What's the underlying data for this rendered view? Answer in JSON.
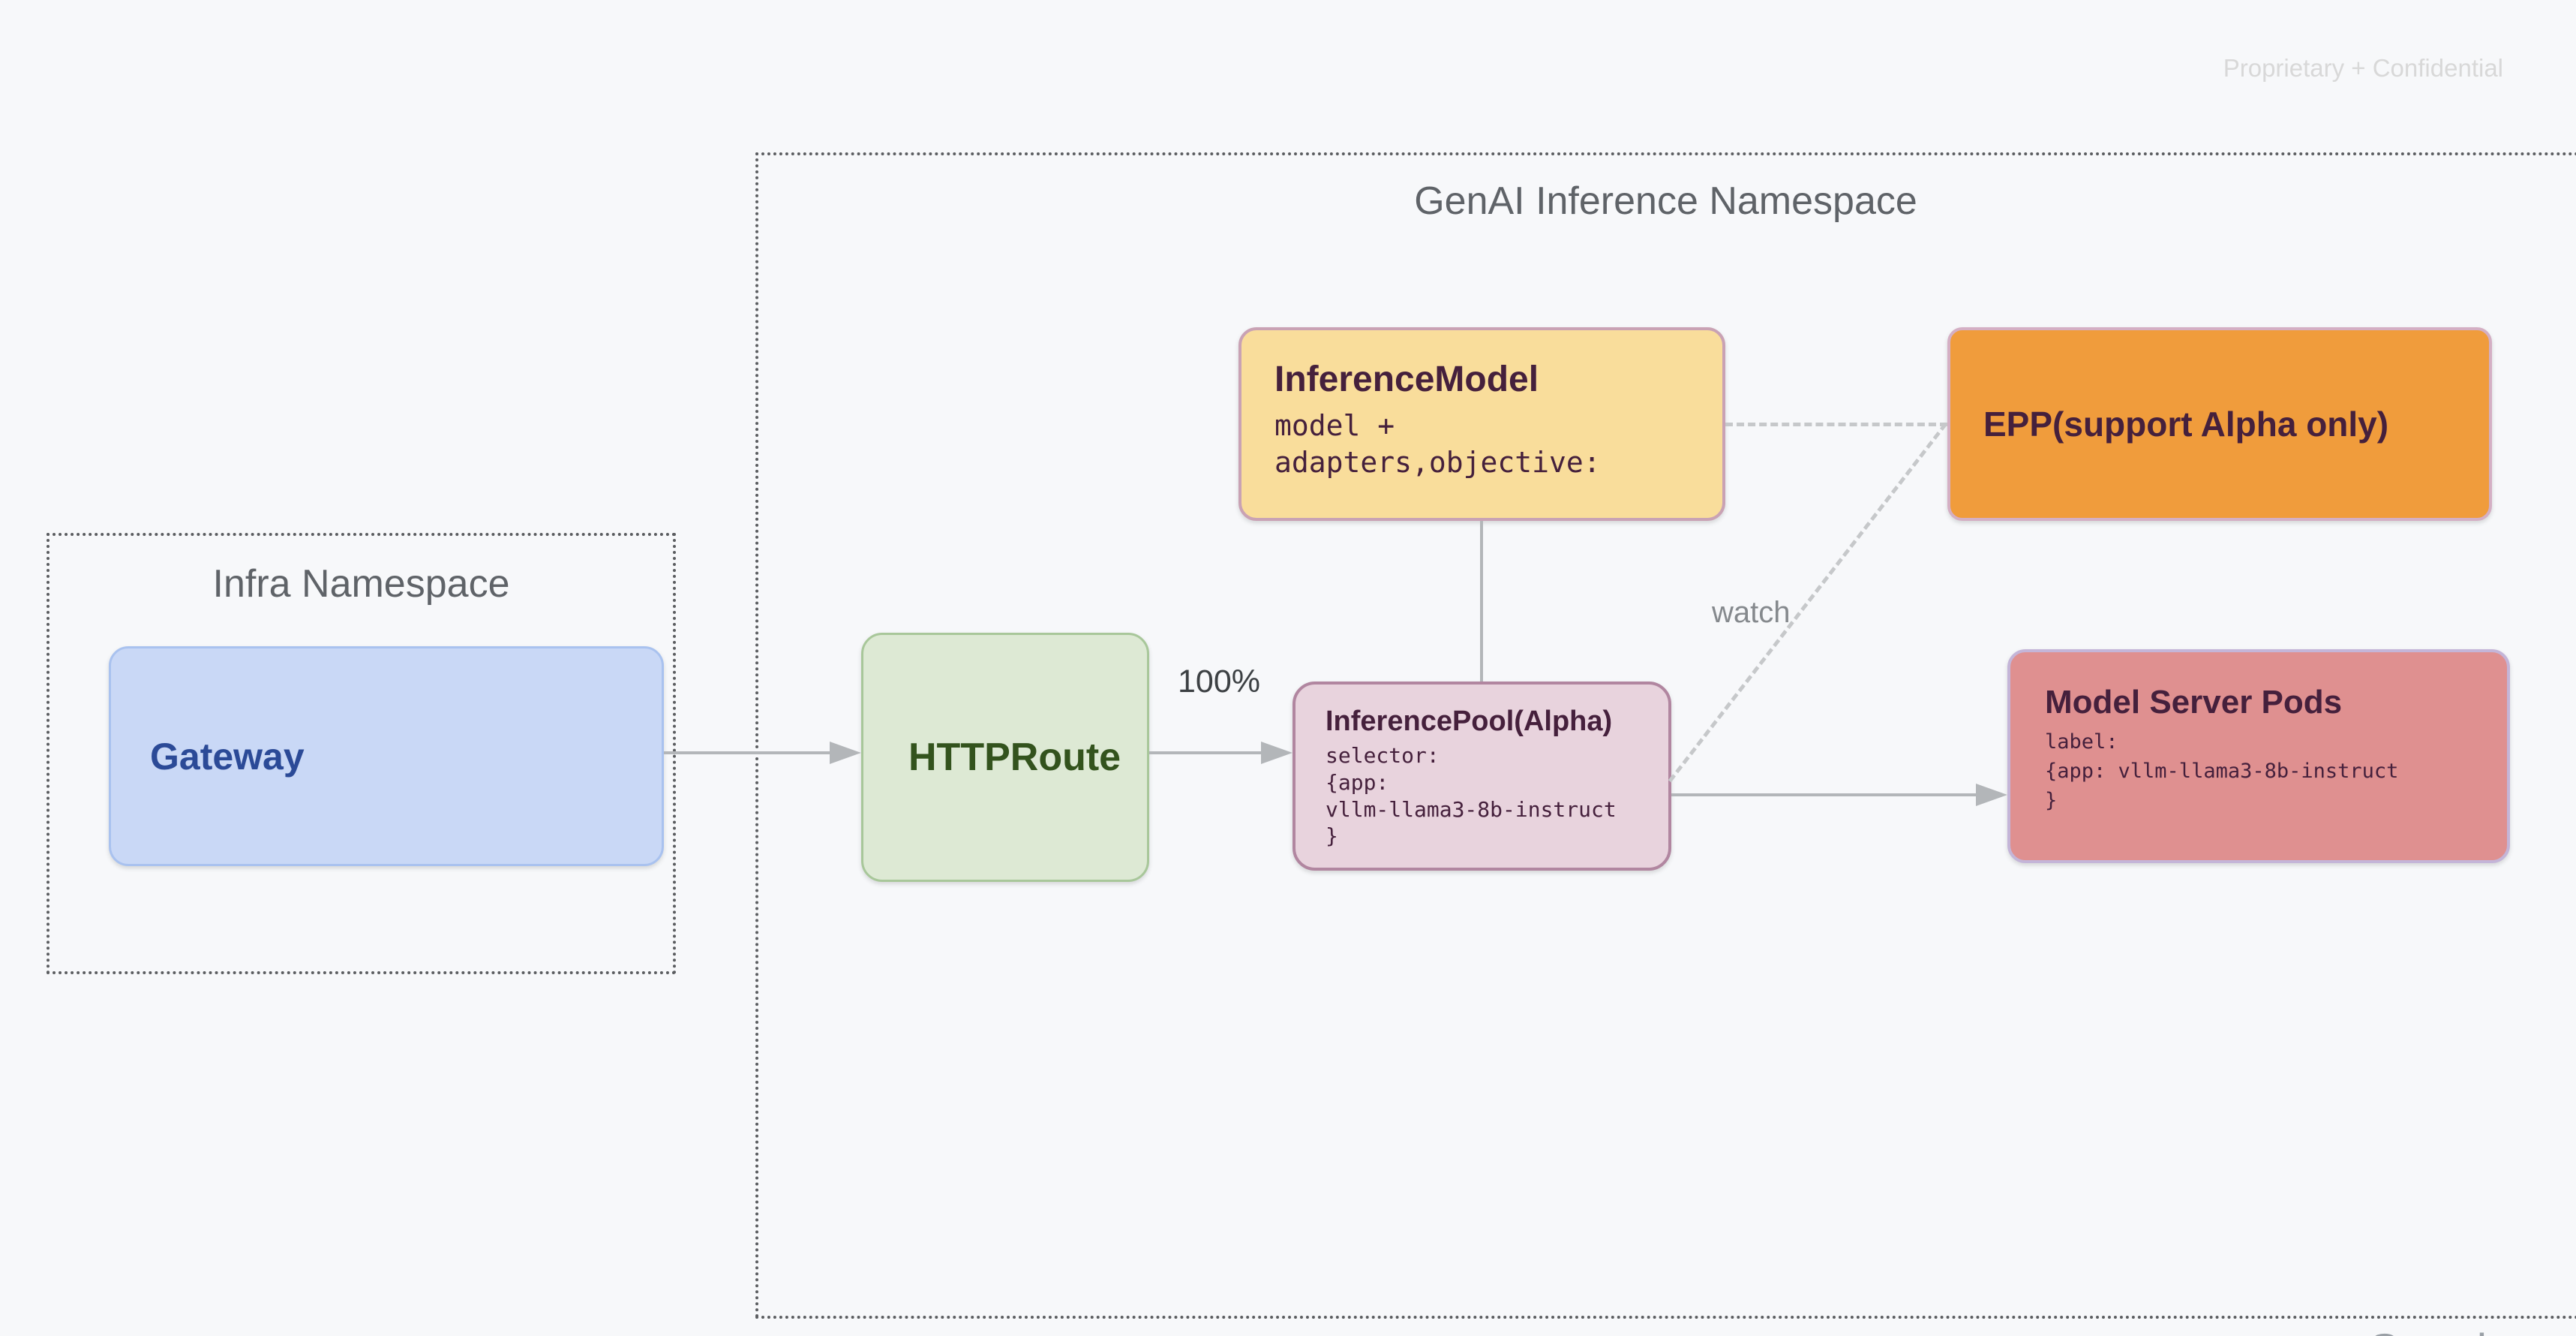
{
  "header": {
    "confidential": "Proprietary + Confidential",
    "brand_partial": "Google"
  },
  "namespaces": {
    "genai_title": "GenAI Inference Namespace",
    "infra_title": "Infra Namespace"
  },
  "nodes": {
    "gateway_title": "Gateway",
    "httproute_title": "HTTPRoute",
    "inference_model_title": "InferenceModel",
    "inference_model_body": "model +\nadapters,objective:",
    "epp_title": "EPP(support Alpha only)",
    "inference_pool_title": "InferencePool(Alpha)",
    "inference_pool_body": "selector:\n{app:\nvllm-llama3-8b-instruct\n}",
    "model_server_pods_title": "Model Server Pods",
    "model_server_pods_body": "label:\n{app: vllm-llama3-8b-instruct\n}"
  },
  "edges": {
    "traffic_label": "100%",
    "watch_label": "watch"
  },
  "colors": {
    "background": "#f7f8fa",
    "namespace_border": "#5b5d60",
    "namespace_title": "#5f6368",
    "gateway_fill": "#c9d8f6",
    "gateway_border": "#a9c2ef",
    "gateway_text": "#2b4a97",
    "httproute_fill": "#dde9d4",
    "httproute_border": "#a8c79a",
    "httproute_text": "#33531d",
    "inference_model_fill": "#f9dd9b",
    "inference_model_border": "#c9a2b4",
    "epp_fill": "#f09c3c",
    "epp_border": "#d4afc4",
    "inference_pool_fill": "#e8d3dd",
    "inference_pool_border": "#b186a0",
    "model_server_pods_fill": "#df9090",
    "model_server_pods_border": "#c4b5d8",
    "node_text_dark": "#45203c",
    "connector": "#b3b6b9",
    "connector_dashed": "#c6c8ca",
    "traffic_label_text": "#3c4043",
    "watch_label_text": "#85898d",
    "confidential_text": "#d8d8d8"
  }
}
